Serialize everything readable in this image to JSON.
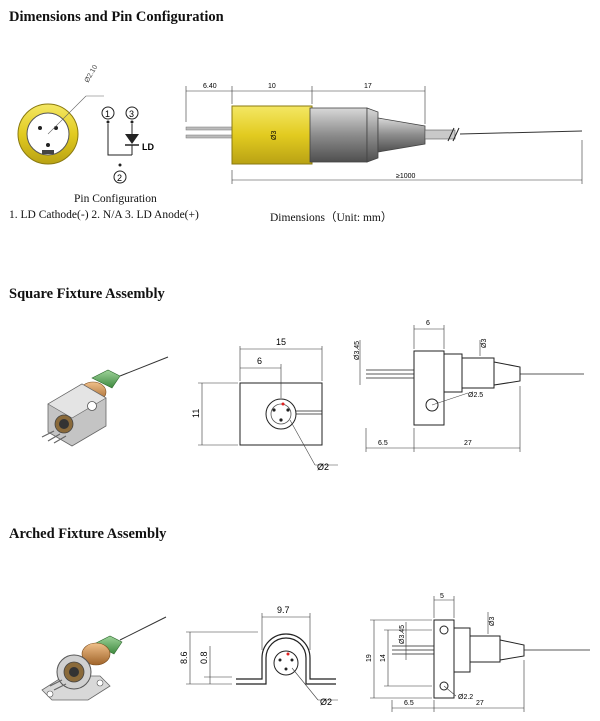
{
  "sections": {
    "dims_pin": {
      "title": "Dimensions and Pin Configuration",
      "pin_caption": "Pin Configuration",
      "pin_list": "1. LD Cathode(-) 2. N/A    3. LD Anode(+)",
      "dims_caption": "Dimensions（Unit: mm）",
      "pin1": "1",
      "pin2": "2",
      "pin3": "3",
      "ld_label": "LD",
      "dim_0": "6.40",
      "dim_1": "10",
      "dim_2": "17",
      "dim_total": "≥1000",
      "dim_dia": "Ø3",
      "circle_dim": "Ø2.10"
    },
    "square": {
      "title": "Square Fixture Assembly",
      "d15": "15",
      "d6": "6",
      "d11": "11",
      "dhole": "Ø2",
      "r_d6": "6",
      "r_dia": "Ø3",
      "r_h": "Ø3.45",
      "r_bolt": "Ø2.5",
      "r_65": "6.5",
      "r_27": "27"
    },
    "arched": {
      "title": "Arched Fixture Assembly",
      "d97": "9.7",
      "d86": "8.6",
      "d08": "0.8",
      "dhole": "Ø2",
      "r_5": "5",
      "r_dia": "Ø3",
      "r_h": "Ø3.45",
      "r_19": "19",
      "r_14": "14",
      "r_bolt": "Ø2.2",
      "r_65": "6.5",
      "r_27": "27"
    }
  },
  "colors": {
    "yellow": "#e6d32a",
    "metal": "#8a8a8a",
    "green": "#5aa05a",
    "copper": "#c88a4a"
  }
}
